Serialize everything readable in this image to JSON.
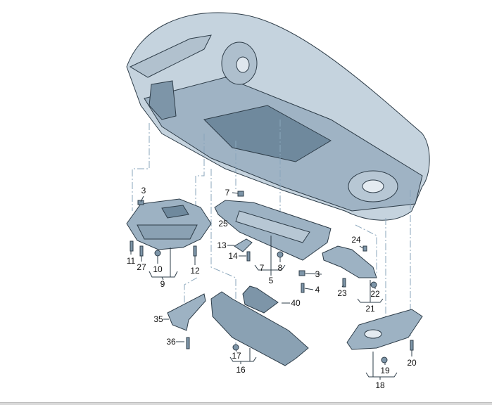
{
  "diagram": {
    "title": "Underbody protection panels exploded view",
    "colors": {
      "part": "#9db2c3",
      "part_dark": "#5f7a8f",
      "body": "#c5d3de",
      "outline": "#2e3d49",
      "leader": "#8aa6bb"
    },
    "callouts": [
      {
        "id": "c3a",
        "text": "3"
      },
      {
        "id": "c7a",
        "text": "7"
      },
      {
        "id": "c25",
        "text": "25"
      },
      {
        "id": "c13",
        "text": "13"
      },
      {
        "id": "c14",
        "text": "14"
      },
      {
        "id": "c7b",
        "text": "7"
      },
      {
        "id": "c8",
        "text": "8"
      },
      {
        "id": "c5",
        "text": "5"
      },
      {
        "id": "c3b",
        "text": "3"
      },
      {
        "id": "c4",
        "text": "4"
      },
      {
        "id": "c11",
        "text": "11"
      },
      {
        "id": "c27",
        "text": "27"
      },
      {
        "id": "c10",
        "text": "10"
      },
      {
        "id": "c12",
        "text": "12"
      },
      {
        "id": "c9",
        "text": "9"
      },
      {
        "id": "c24",
        "text": "24"
      },
      {
        "id": "c23",
        "text": "23"
      },
      {
        "id": "c22",
        "text": "22"
      },
      {
        "id": "c21",
        "text": "21"
      },
      {
        "id": "c40",
        "text": "40"
      },
      {
        "id": "c35",
        "text": "35"
      },
      {
        "id": "c36",
        "text": "36"
      },
      {
        "id": "c17",
        "text": "17"
      },
      {
        "id": "c16",
        "text": "16"
      },
      {
        "id": "c19",
        "text": "19"
      },
      {
        "id": "c20",
        "text": "20"
      },
      {
        "id": "c18",
        "text": "18"
      }
    ]
  }
}
